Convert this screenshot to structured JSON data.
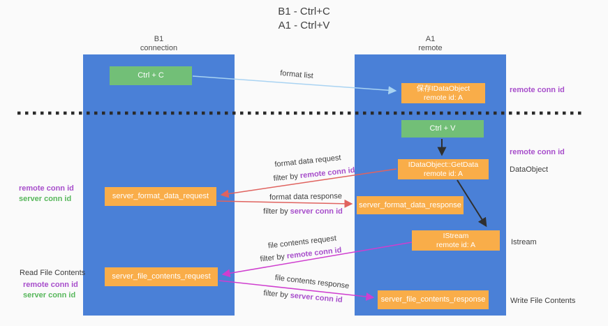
{
  "title": {
    "line1": "B1 - Ctrl+C",
    "line2": "A1 - Ctrl+V"
  },
  "lanes": {
    "b1": {
      "name": "B1",
      "subtitle": "connection"
    },
    "a1": {
      "name": "A1",
      "subtitle": "remote"
    }
  },
  "nodes": {
    "ctrl_c": "Ctrl + C",
    "ctrl_v": "Ctrl + V",
    "save_idataobject": {
      "line1": "保存IDataObject",
      "line2": "remote id: A"
    },
    "getdata": {
      "line1": "IDataObject::GetData",
      "line2": "remote id: A"
    },
    "istream": {
      "line1": "IStream",
      "line2": "remote id: A"
    },
    "server_format_data_request": "server_format_data_request",
    "server_format_data_response": "server_format_data_response",
    "server_file_contents_request": "server_file_contents_request",
    "server_file_contents_response": "server_file_contents_response"
  },
  "side_labels": {
    "right_remote_conn_id_top": "remote conn id",
    "right_remote_conn_id_mid": "remote conn id",
    "dataobject": "DataObject",
    "istream": "Istream",
    "write_file_contents": "Write File Contents",
    "left_remote_conn_id_top": "remote conn id",
    "left_server_conn_id_top": "server conn id",
    "read_file_contents": "Read File Contents",
    "left_remote_conn_id_bottom": "remote conn id",
    "left_server_conn_id_bottom": "server conn id"
  },
  "arrow_labels": {
    "format_list": "format list",
    "format_data_request": "format data request",
    "format_data_response": "format data response",
    "file_contents_request": "file contents request",
    "file_contents_response": "file contents response",
    "filter_by": "filter by ",
    "remote_conn_id": "remote conn id",
    "server_conn_id": "server conn id"
  },
  "colors": {
    "bg": "#fafafa",
    "lane_blue": "#4a80d7",
    "node_green": "#72bf77",
    "node_orange": "#f9ad49",
    "text_purple": "#a74ecb",
    "text_green": "#57b75b",
    "arrow_blue": "#a9d3f2",
    "arrow_red": "#e0635f",
    "arrow_magenta": "#cf3ecf",
    "arrow_black": "#2f2f2f"
  }
}
